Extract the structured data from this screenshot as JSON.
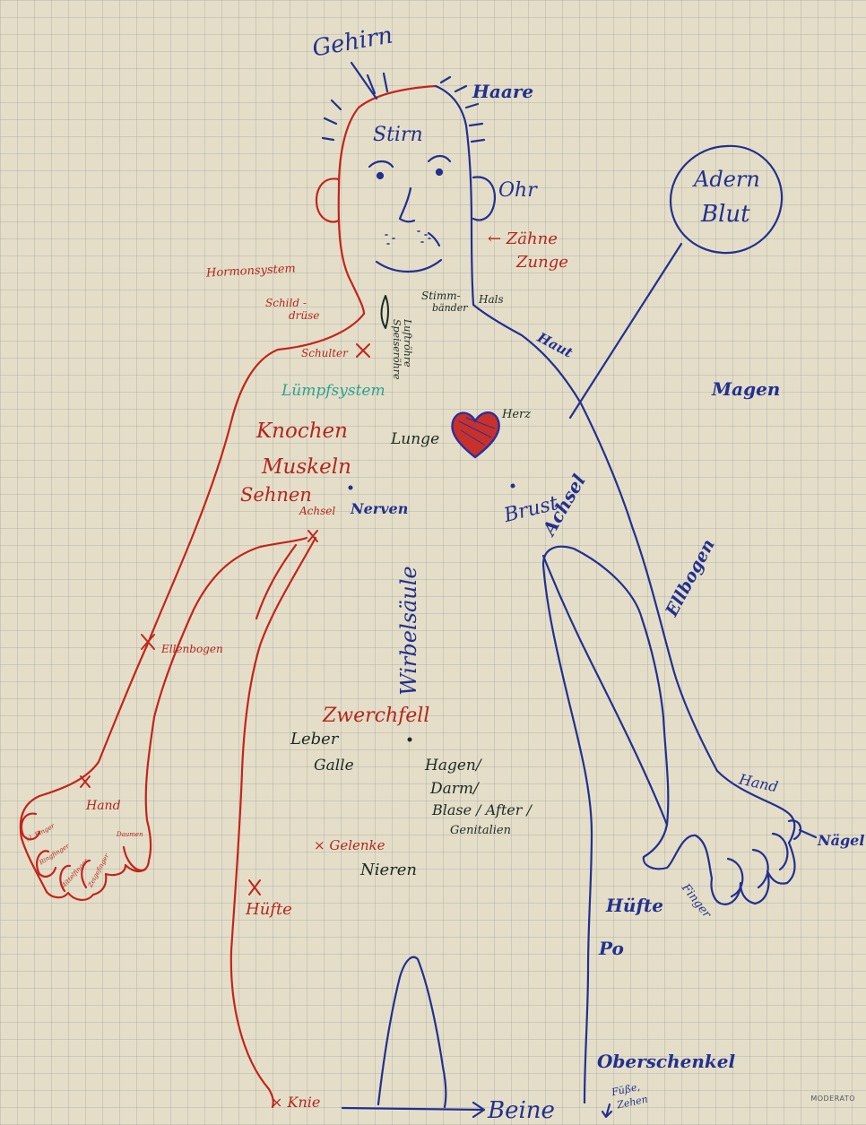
{
  "colors": {
    "blue_marker": "#22308f",
    "red_marker": "#b3261e",
    "black_marker": "#1d2a24",
    "teal_marker": "#2aa394",
    "paper": "#e4dec8"
  },
  "labels": {
    "gehirn": "Gehirn",
    "haare": "Haare",
    "stirn": "Stirn",
    "ohr": "Ohr",
    "adern_line1": "Adern",
    "adern_line2": "Blut",
    "zaehne": "← Zähne",
    "zunge": "Zunge",
    "hormonsystem": "Hormonsystem",
    "schilddruese_line1": "Schild -",
    "schilddruese_line2": "drüse",
    "stimmbaender_line1": "Stimm-",
    "stimmbaender_line2": "bänder",
    "hals": "Hals",
    "speiseroehre": "Speiseröhre",
    "luftroehre": "Luftröhre",
    "schulter": "Schulter",
    "haut": "Haut",
    "magen": "Magen",
    "lymphsystem": "Lümpfsystem",
    "herz": "Herz",
    "knochen": "Knochen",
    "lunge": "Lunge",
    "muskeln": "Muskeln",
    "sehnen": "Sehnen",
    "brust": "Brust",
    "achsel_left": "Achsel",
    "nerven": "Nerven",
    "achsel_right": "Achsel",
    "ellbogen_right": "Ellbogen",
    "wirbelsaeule": "Wirbelsäule",
    "ellenbogen_left": "Ellenbogen",
    "zwerchfell": "Zwerchfell",
    "leber": "Leber",
    "galle": "Galle",
    "magen_darm_line1": "Hagen/",
    "magen_darm_line2": "Darm/",
    "magen_darm_line3": "Blase / After /",
    "magen_darm_line4": "Genitalien",
    "hand_left": "Hand",
    "hand_right": "Hand",
    "naegel": "Nägel",
    "gelenke": "× Gelenke",
    "nieren": "Nieren",
    "finger": "Finger",
    "huefte_left": "Hüfte",
    "huefte_right": "Hüfte",
    "po": "Po",
    "oberschenkel": "Oberschenkel",
    "knie": "× Knie",
    "beine": "Beine",
    "fuesse_line1": "Füße,",
    "fuesse_line2": "Zehen",
    "finger_kleiner": "kl. Finger",
    "finger_ring": "Ringfinger",
    "finger_mittel": "Mittelfinger",
    "finger_zeige": "Zeigefinger",
    "finger_daumen": "Daumen",
    "brand": "MODERATO"
  }
}
